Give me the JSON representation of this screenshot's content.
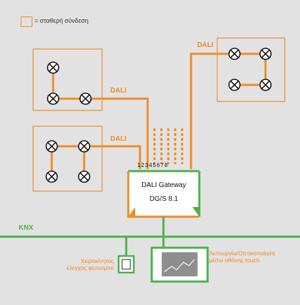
{
  "legend": {
    "text": "= σταθερή σύνδεση"
  },
  "bus_labels": {
    "dali_top_right": "DALI",
    "dali_upper_left": "DALI",
    "dali_lower_left": "DALI",
    "knx": "KNX"
  },
  "gateway": {
    "line1": "DALI Gateway",
    "line2": "DG/S 8.1",
    "channel_numbers": "12345678"
  },
  "manual_control": {
    "line1": "Χειροκίνητος",
    "line2": "έλεγχος φωτισμού"
  },
  "touch_control": {
    "line1": "Λειτουργία/Οπτικοποίηση",
    "line2": "μέσω οθόνης touch"
  },
  "colors": {
    "dali": "#f08a24",
    "knx": "#4bb04b",
    "lamp": "#111111",
    "background": "#e2e2e2",
    "gateway_fill": "#ffffff"
  },
  "icons": [
    "lamp-icon",
    "push-button-icon",
    "touch-panel-icon"
  ]
}
